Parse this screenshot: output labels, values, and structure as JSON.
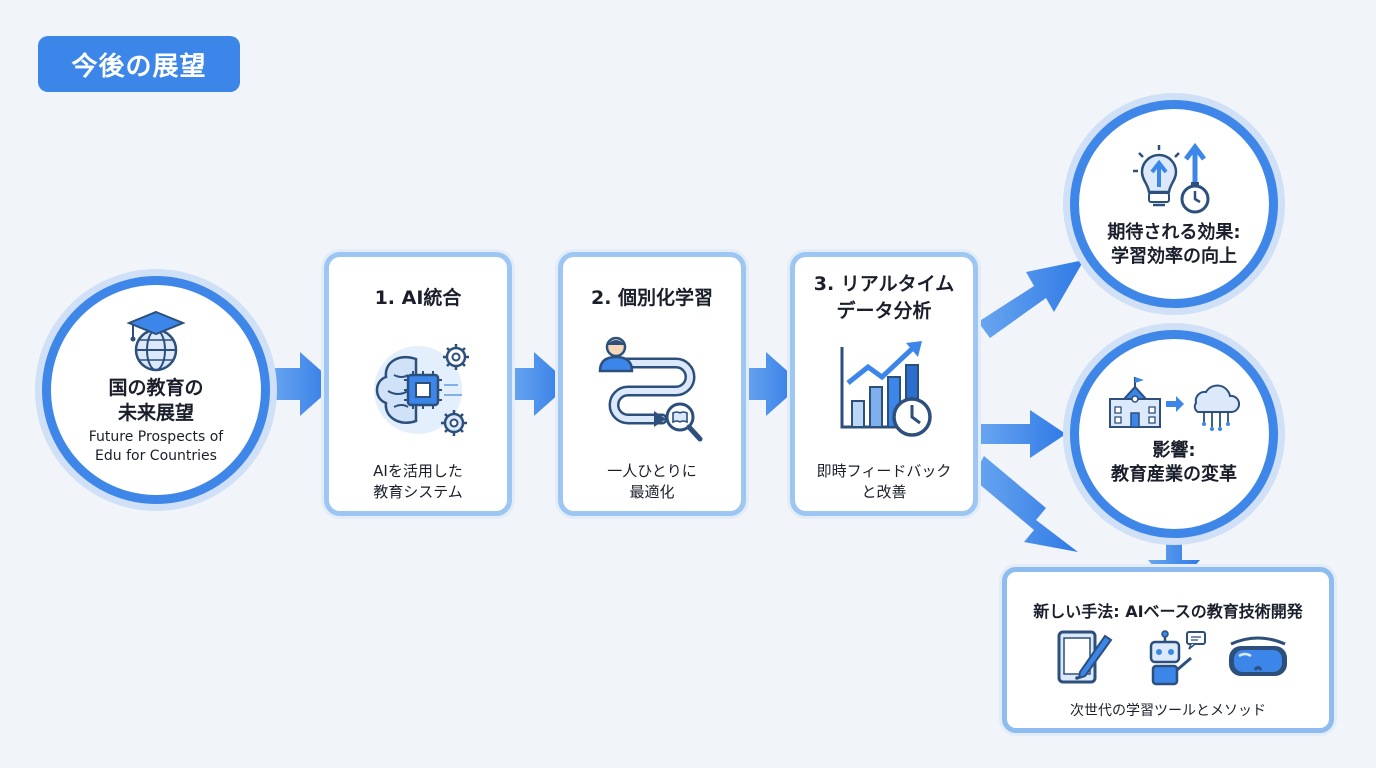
{
  "header": {
    "title": "今後の展望"
  },
  "main_node": {
    "title_line1": "国の教育の",
    "title_line2": "未来展望",
    "subtitle_line1": "Future Prospects of",
    "subtitle_line2": "Edu for Countries",
    "icon": "graduation-globe-icon"
  },
  "steps": [
    {
      "title_line1": "1. AI統合",
      "title_line2": "",
      "desc_line1": "AIを活用した",
      "desc_line2": "教育システム",
      "icon": "ai-brain-chip-icon"
    },
    {
      "title_line1": "2. 個別化学習",
      "title_line2": "",
      "desc_line1": "一人ひとりに",
      "desc_line2": "最適化",
      "icon": "personal-path-icon"
    },
    {
      "title_line1": "3. リアルタイム",
      "title_line2": "データ分析",
      "desc_line1": "即時フィードバック",
      "desc_line2": "と改善",
      "icon": "analytics-chart-clock-icon"
    }
  ],
  "outcomes": {
    "effect": {
      "line1": "期待される効果:",
      "line2": "学習効率の向上",
      "icon": "lightbulb-growth-icon"
    },
    "impact": {
      "line1": "影響:",
      "line2": "教育産業の変革",
      "icon": "school-cloud-icon"
    }
  },
  "new_methods": {
    "title": "新しい手法: AIベースの教育技術開発",
    "desc": "次世代の学習ツールとメソッド",
    "icons": [
      "tablet-pen-icon",
      "robot-teacher-icon",
      "vr-headset-icon"
    ]
  },
  "colors": {
    "accent": "#3b86e8",
    "card_border": "#9ec6f2",
    "arrow": "#3b86e8"
  }
}
